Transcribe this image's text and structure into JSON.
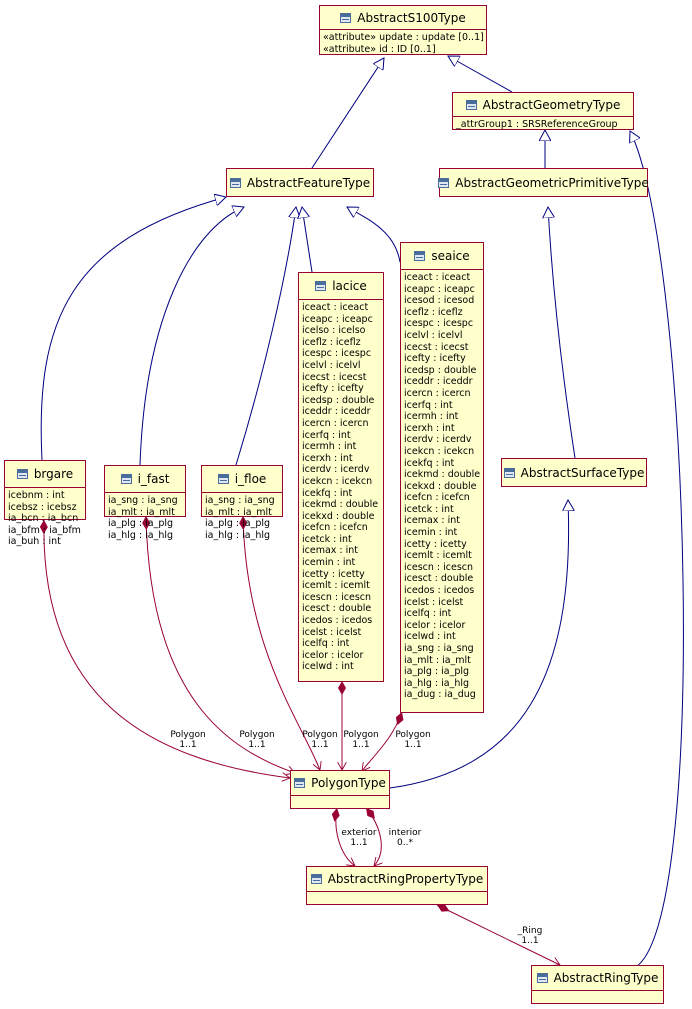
{
  "classes": {
    "abstract_s100_type": {
      "name": "AbstractS100Type",
      "attributes": [
        "«attribute» update : update [0..1]",
        "«attribute» id : ID [0..1]"
      ]
    },
    "abstract_geometry_type": {
      "name": "AbstractGeometryType",
      "attributes": [
        "_attrGroup1 : SRSReferenceGroup"
      ]
    },
    "abstract_feature_type": {
      "name": "AbstractFeatureType"
    },
    "abstract_geometric_primitive_type": {
      "name": "AbstractGeometricPrimitiveType"
    },
    "abstract_surface_type": {
      "name": "AbstractSurfaceType"
    },
    "brgare": {
      "name": "brgare",
      "attributes": [
        "icebnm : int",
        "icebsz : icebsz",
        "ia_bcn : ia_bcn",
        "ia_bfm : ia_bfm",
        "ia_buh : int"
      ]
    },
    "i_fast": {
      "name": "i_fast",
      "attributes": [
        "ia_sng : ia_sng",
        "ia_mlt : ia_mlt",
        "ia_plg : ia_plg",
        "ia_hlg : ia_hlg"
      ]
    },
    "i_floe": {
      "name": "i_floe",
      "attributes": [
        "ia_sng : ia_sng",
        "ia_mlt : ia_mlt",
        "ia_plg : ia_plg",
        "ia_hlg : ia_hlg"
      ]
    },
    "lacice": {
      "name": "lacice",
      "attributes": [
        "iceact : iceact",
        "iceapc : iceapc",
        "icelso : icelso",
        "iceflz : iceflz",
        "icespc : icespc",
        "icelvl : icelvl",
        "icecst : icecst",
        "icefty : icefty",
        "icedsp : double",
        "iceddr : iceddr",
        "icercn : icercn",
        "icerfq : int",
        "icermh : int",
        "icerxh : int",
        "icerdv : icerdv",
        "icekcn : icekcn",
        "icekfq : int",
        "icekmd : double",
        "icekxd : double",
        "icefcn : icefcn",
        "icetck : int",
        "icemax : int",
        "icemin : int",
        "icetty : icetty",
        "icemlt : icemlt",
        "icescn : icescn",
        "icesct : double",
        "icedos : icedos",
        "icelst : icelst",
        "icelfq : int",
        "icelor : icelor",
        "icelwd : int"
      ]
    },
    "seaice": {
      "name": "seaice",
      "attributes": [
        "iceact : iceact",
        "iceapc : iceapc",
        "icesod : icesod",
        "iceflz : iceflz",
        "icespc : icespc",
        "icelvl : icelvl",
        "icecst : icecst",
        "icefty : icefty",
        "icedsp : double",
        "iceddr : iceddr",
        "icercn : icercn",
        "icerfq : int",
        "icermh : int",
        "icerxh : int",
        "icerdv : icerdv",
        "icekcn : icekcn",
        "icekfq : int",
        "icekmd : double",
        "icekxd : double",
        "icefcn : icefcn",
        "icetck : int",
        "icemax : int",
        "icemin : int",
        "icetty : icetty",
        "icemlt : icemlt",
        "icescn : icescn",
        "icesct : double",
        "icedos : icedos",
        "icelst : icelst",
        "icelfq : int",
        "icelor : icelor",
        "icelwd : int",
        "ia_sng : ia_sng",
        "ia_mlt : ia_mlt",
        "ia_plg : ia_plg",
        "ia_hlg : ia_hlg",
        "ia_dug : ia_dug"
      ]
    },
    "polygon_type": {
      "name": "PolygonType"
    },
    "abstract_ring_property_type": {
      "name": "AbstractRingPropertyType"
    },
    "abstract_ring_type": {
      "name": "AbstractRingType"
    }
  },
  "associations": {
    "brgare_polygon": {
      "role": "Polygon",
      "multiplicity": "1..1"
    },
    "i_fast_polygon": {
      "role": "Polygon",
      "multiplicity": "1..1"
    },
    "i_floe_polygon": {
      "role": "Polygon",
      "multiplicity": "1..1"
    },
    "lacice_polygon": {
      "role": "Polygon",
      "multiplicity": "1..1"
    },
    "seaice_polygon": {
      "role": "Polygon",
      "multiplicity": "1..1"
    },
    "exterior": {
      "role": "exterior",
      "multiplicity": "1..1"
    },
    "interior": {
      "role": "interior",
      "multiplicity": "0..*"
    },
    "ring": {
      "role": "_Ring",
      "multiplicity": "1..1"
    }
  },
  "colors": {
    "line_generalization": "#000080",
    "line_association": "#990033",
    "class_fill": "#ffffcc",
    "class_border": "#990033"
  }
}
